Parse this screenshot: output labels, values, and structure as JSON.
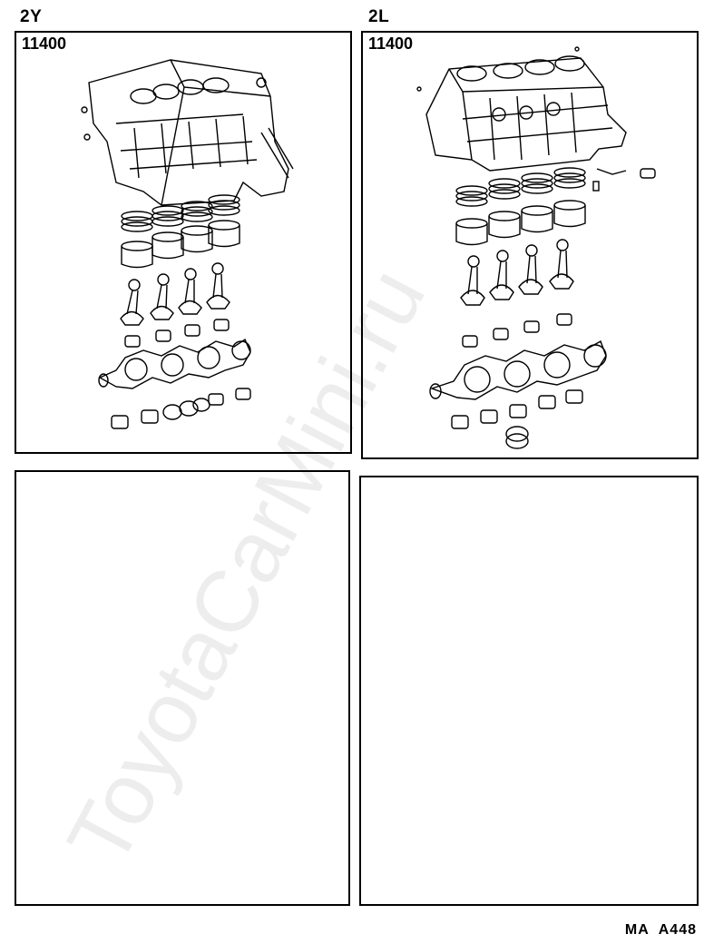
{
  "panels": {
    "top_left": {
      "engine": "2Y",
      "part_number": "11400"
    },
    "top_right": {
      "engine": "2L",
      "part_number": "11400"
    }
  },
  "footer": {
    "code_a": "MA",
    "code_b": "A448"
  },
  "watermark": "ToyotaCarMini.ru",
  "icons": [
    "engine-block-icon",
    "piston-ring-icon",
    "piston-icon",
    "connecting-rod-icon",
    "crankshaft-icon",
    "bearing-icon"
  ]
}
